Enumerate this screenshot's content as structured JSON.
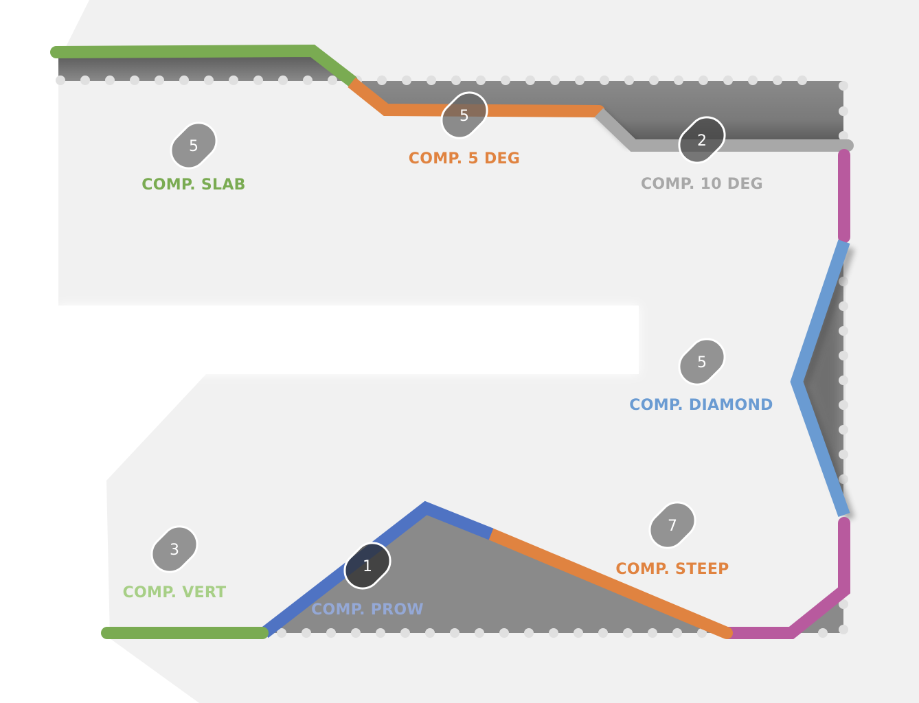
{
  "map": {
    "title": "Climbing wall section map",
    "colors": {
      "floor": "#f2f2f2",
      "wall_fill": "#8a8a8a",
      "wall_shadow": "#555555",
      "bolt_dot": "#e0e0e0",
      "badge_fill": "#939393",
      "badge_stroke": "#ffffff",
      "green": "#7aab52",
      "light_green": "#a7cf86",
      "orange": "#e08340",
      "grey_line": "#a8a8a8",
      "magenta": "#b85a9e",
      "blue": "#6a9bd2",
      "dark_blue": "#4f73c3",
      "prow_label": "#94a8d6"
    },
    "sections": [
      {
        "id": "comp-slab",
        "label": "COMP. SLAB",
        "count": "5",
        "color": "#7aab52"
      },
      {
        "id": "comp-5-deg",
        "label": "COMP. 5 DEG",
        "count": "5",
        "color": "#e08340"
      },
      {
        "id": "comp-10-deg",
        "label": "COMP. 10 DEG",
        "count": "2",
        "color": "#a8a8a8"
      },
      {
        "id": "comp-diamond",
        "label": "COMP. DIAMOND",
        "count": "5",
        "color": "#6a9bd2"
      },
      {
        "id": "comp-steep",
        "label": "COMP. STEEP",
        "count": "7",
        "color": "#e08340"
      },
      {
        "id": "comp-prow",
        "label": "COMP. PROW",
        "count": "1",
        "color": "#94a8d6"
      },
      {
        "id": "comp-vert",
        "label": "COMP. VERT",
        "count": "3",
        "color": "#a7cf86"
      }
    ]
  }
}
